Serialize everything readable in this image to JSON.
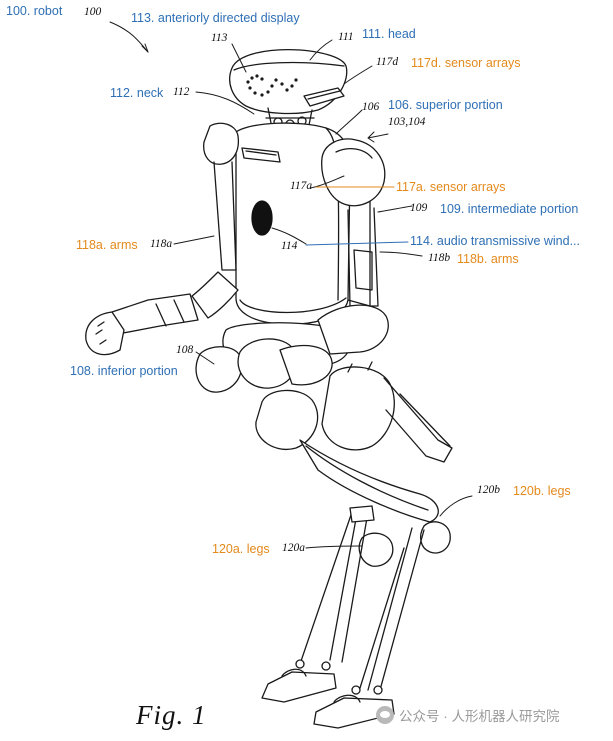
{
  "figure_caption": "Fig. 1",
  "watermark": "公众号 · 人形机器人研究院",
  "colors": {
    "label_blue": "#2e6fb5",
    "label_orange": "#e48a1c",
    "line": "#1a1a1a"
  },
  "labels": {
    "robot": {
      "num": "100",
      "text": "100. robot"
    },
    "display": {
      "num": "113",
      "text": "113. anteriorly directed display"
    },
    "head": {
      "num": "111",
      "text": "111. head"
    },
    "sensor_117d": {
      "num": "117d",
      "text": "117d. sensor arrays"
    },
    "neck": {
      "num": "112",
      "text": "112. neck"
    },
    "superior": {
      "num": "106",
      "text": "106. superior portion"
    },
    "ref_103_104": {
      "num": "103,104"
    },
    "sensor_117a": {
      "num": "117a",
      "text": "117a. sensor arrays"
    },
    "intermediate": {
      "num": "109",
      "text": "109. intermediate portion"
    },
    "arms_118a": {
      "num": "118a",
      "text": "118a. arms"
    },
    "audio": {
      "num": "114",
      "text": "114. audio transmissive wind..."
    },
    "arms_118b": {
      "num": "118b",
      "text": "118b. arms"
    },
    "inferior": {
      "num": "108",
      "text": "108. inferior portion"
    },
    "legs_120b": {
      "num": "120b",
      "text": "120b. legs"
    },
    "legs_120a": {
      "num": "120a",
      "text": "120a. legs"
    }
  }
}
